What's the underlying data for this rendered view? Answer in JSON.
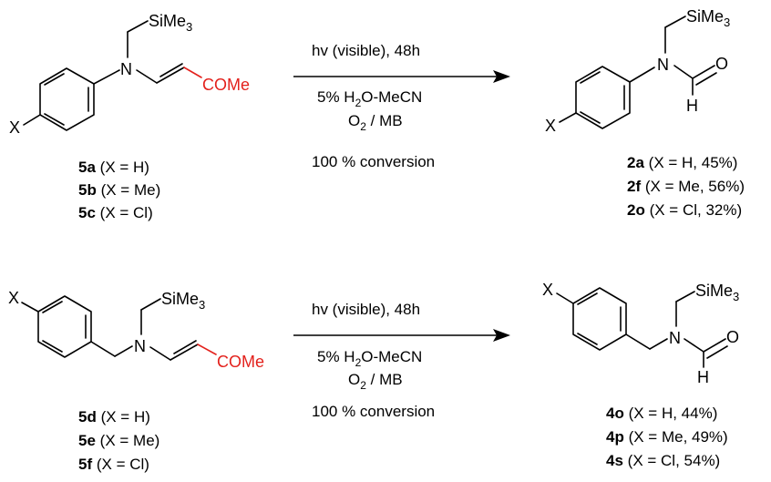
{
  "reaction1": {
    "conditions": {
      "line1": "hv (visible), 48h",
      "line2_pre": "5% H",
      "line2_sub": "2",
      "line2_post": "O-MeCN",
      "line3_pre": "O",
      "line3_sub": "2",
      "line3_post": " / MB",
      "line4": "100 % conversion"
    },
    "reactant": {
      "sime3_main": "SiMe",
      "sime3_sub": "3",
      "n_label": "N",
      "x_label": "X",
      "come": "COMe",
      "compounds": [
        {
          "id": "5a",
          "desc": "(X = H)"
        },
        {
          "id": "5b",
          "desc": "(X = Me)"
        },
        {
          "id": "5c",
          "desc": "(X = Cl)"
        }
      ]
    },
    "product": {
      "sime3_main": "SiMe",
      "sime3_sub": "3",
      "n_label": "N",
      "o_label": "O",
      "h_label": "H",
      "x_label": "X",
      "compounds": [
        {
          "id": "2a",
          "desc": "(X = H, 45%)"
        },
        {
          "id": "2f",
          "desc": "(X = Me, 56%)"
        },
        {
          "id": "2o",
          "desc": "(X = Cl, 32%)"
        }
      ]
    }
  },
  "reaction2": {
    "conditions": {
      "line1": "hv (visible), 48h",
      "line2_pre": "5% H",
      "line2_sub": "2",
      "line2_post": "O-MeCN",
      "line3_pre": "O",
      "line3_sub": "2",
      "line3_post": " / MB",
      "line4": "100 % conversion"
    },
    "reactant": {
      "sime3_main": "SiMe",
      "sime3_sub": "3",
      "n_label": "N",
      "x_label": "X",
      "come": "COMe",
      "compounds": [
        {
          "id": "5d",
          "desc": "(X = H)"
        },
        {
          "id": "5e",
          "desc": "(X = Me)"
        },
        {
          "id": "5f",
          "desc": "(X = Cl)"
        }
      ]
    },
    "product": {
      "sime3_main": "SiMe",
      "sime3_sub": "3",
      "n_label": "N",
      "o_label": "O",
      "h_label": "H",
      "x_label": "X",
      "compounds": [
        {
          "id": "4o",
          "desc": "(X = H, 44%)"
        },
        {
          "id": "4p",
          "desc": "(X = Me, 49%)"
        },
        {
          "id": "4s",
          "desc": "(X = Cl, 54%)"
        }
      ]
    }
  },
  "colors": {
    "highlight": "#e3211c",
    "ink": "#000000"
  }
}
